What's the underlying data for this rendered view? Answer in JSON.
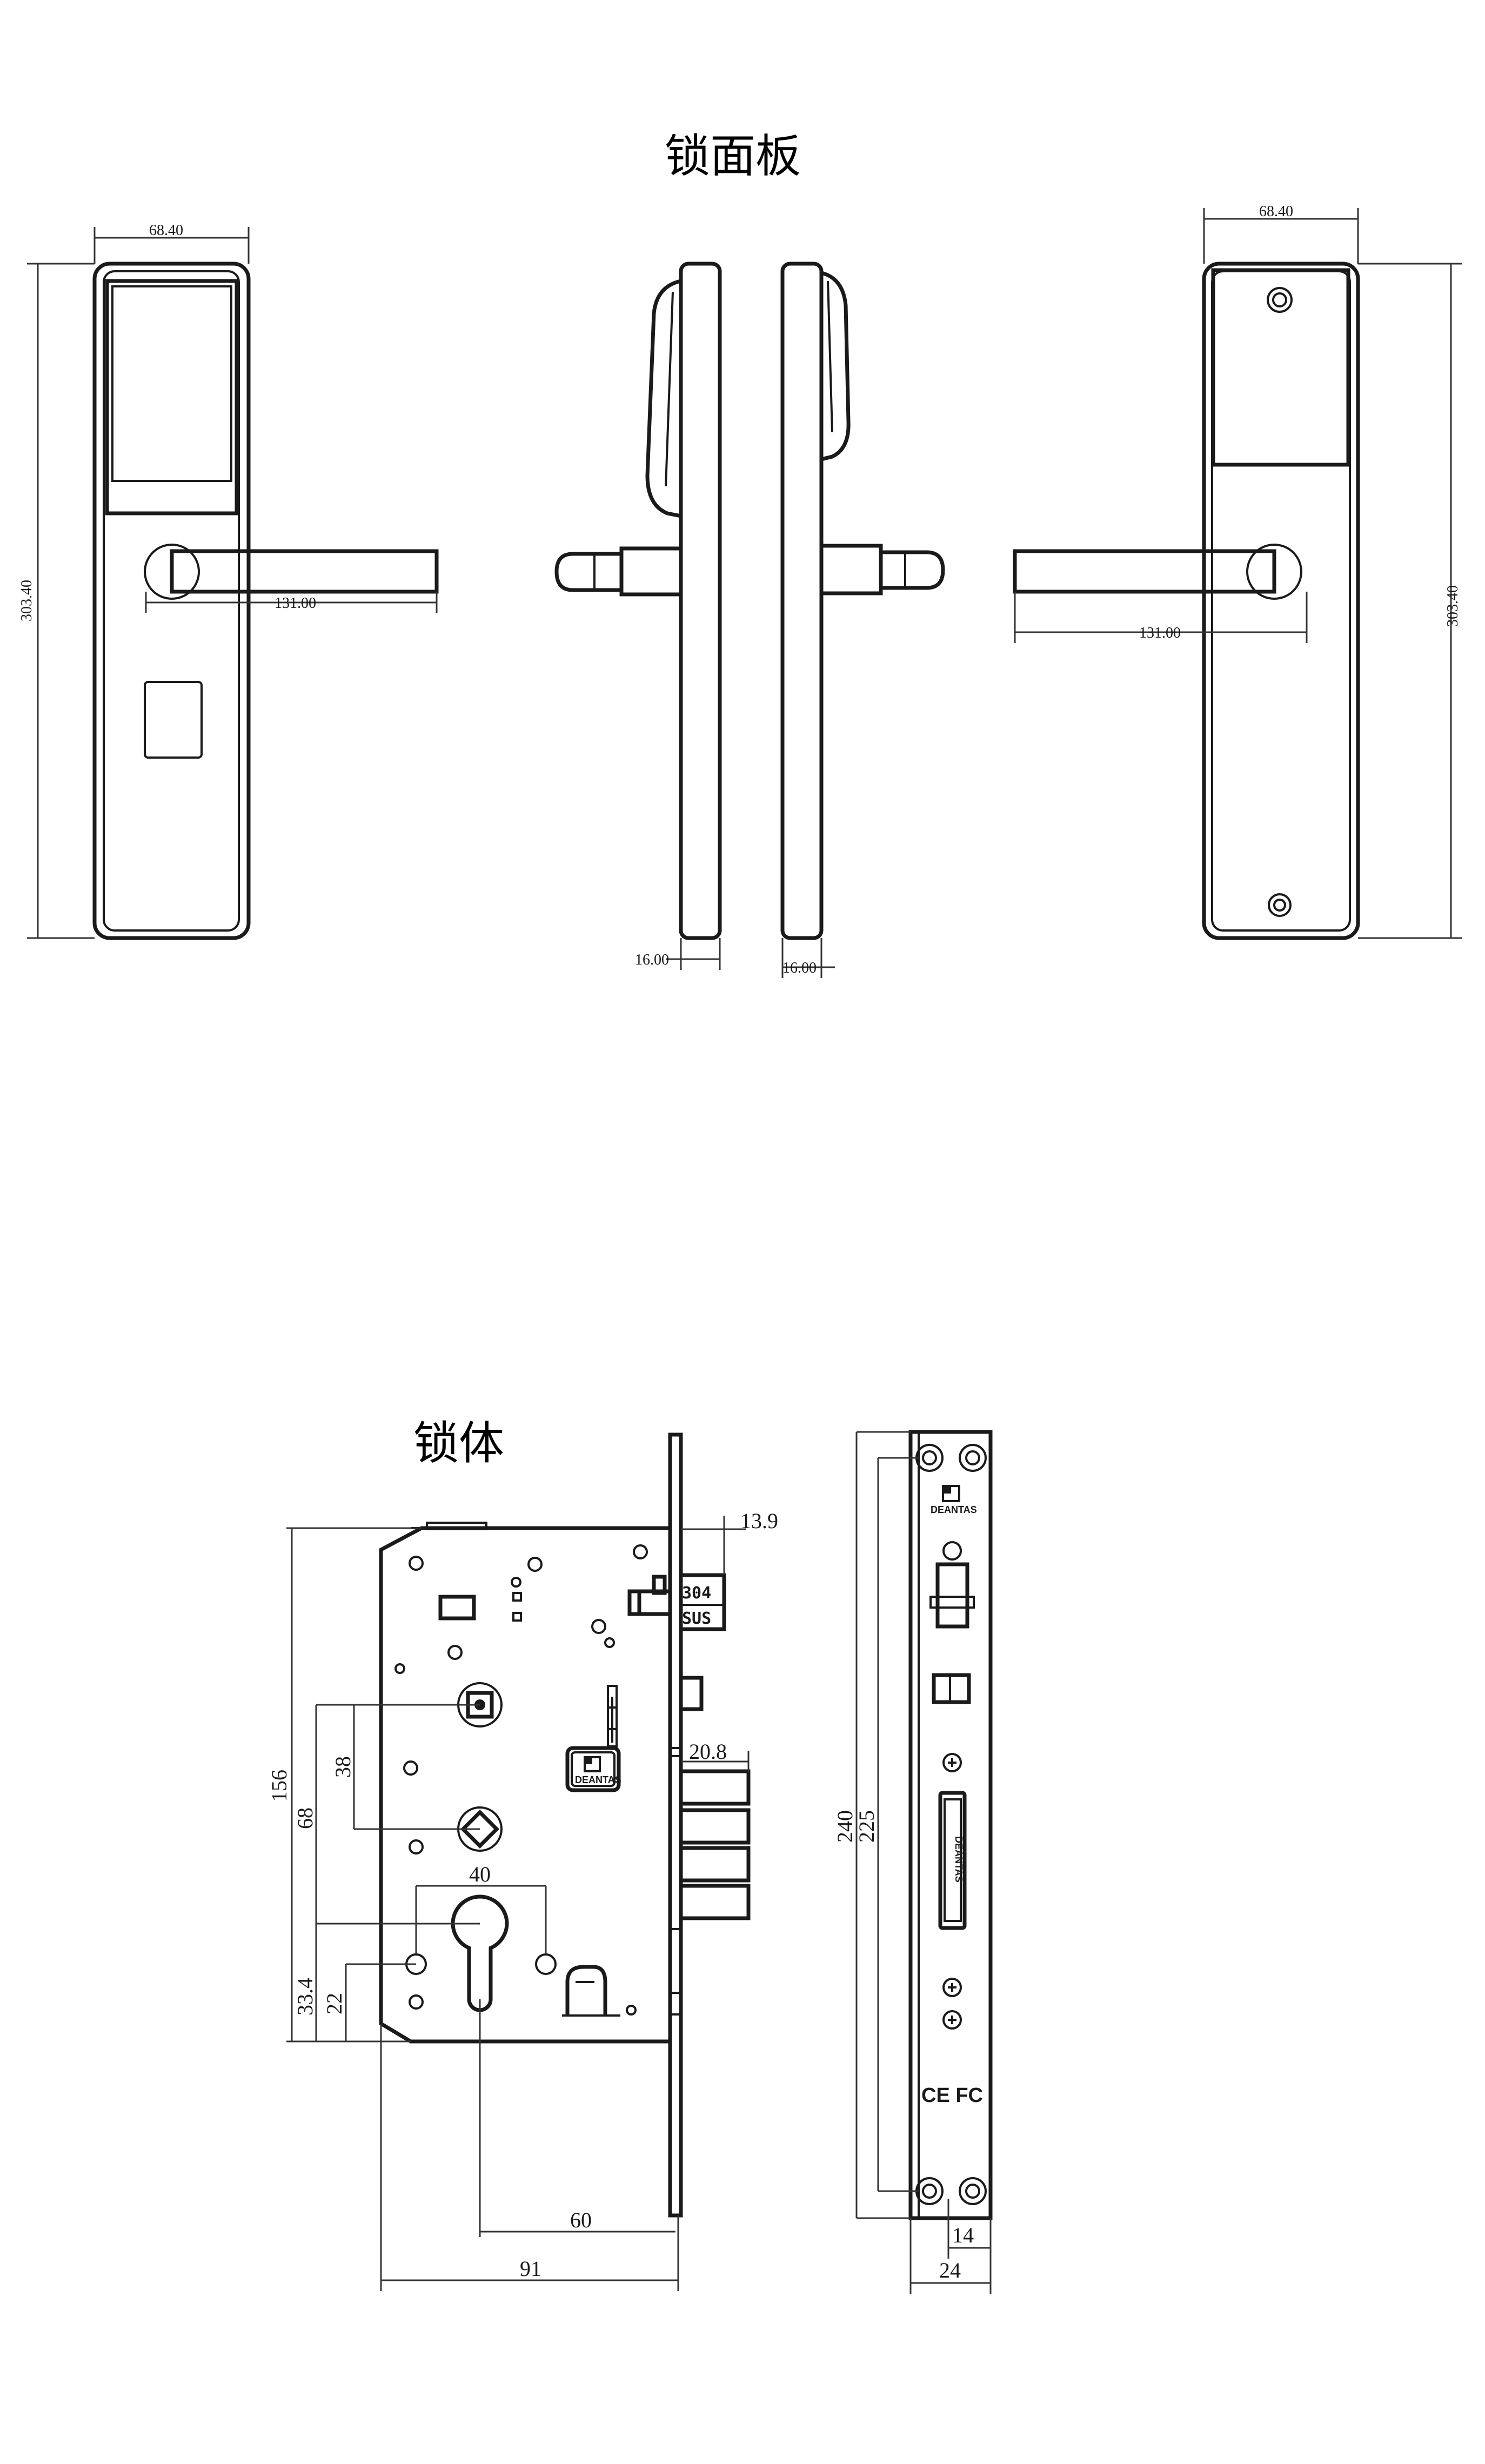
{
  "titles": {
    "panel": "锁面板",
    "body": "锁体"
  },
  "panel_dims": {
    "front_width": "68.40",
    "front_height": "303.40",
    "front_handle": "131.00",
    "side_left_depth": "16.00",
    "side_right_depth": "16.00",
    "back_width": "68.40",
    "back_height": "303.40",
    "back_handle": "131.00"
  },
  "body_dims": {
    "front_depth": "13.9",
    "latch_width": "20.8",
    "hub_spacing": "38",
    "hub_to_cyl": "68",
    "height": "156",
    "cyl_spacing": "40",
    "cyl_height": "33.4",
    "lower_hole": "22",
    "backset": "60",
    "case_width": "91",
    "faceplate_inner": "225",
    "faceplate_outer": "240",
    "faceplate_width_inner": "14",
    "faceplate_width": "24"
  },
  "markings": {
    "brand": "DEANTAS",
    "sus_top": "304",
    "sus_bottom": "SUS",
    "cert": "CE FC"
  }
}
